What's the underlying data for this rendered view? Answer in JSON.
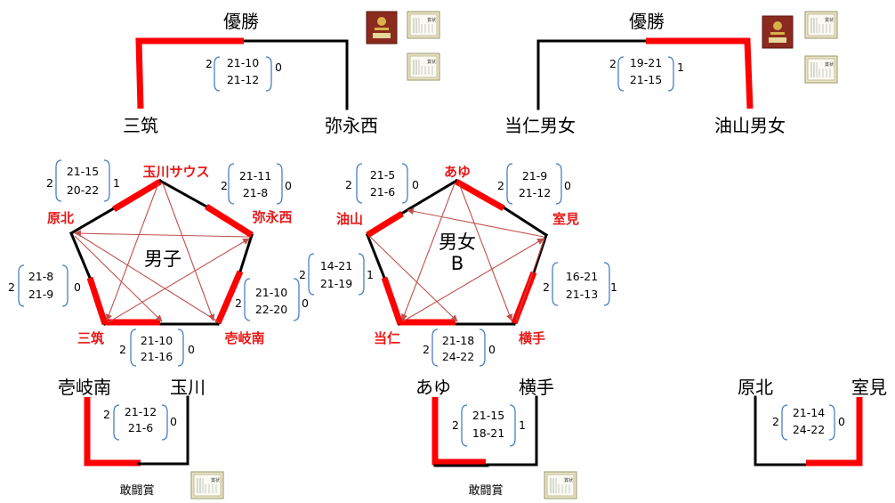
{
  "brackets": {
    "boys_final": {
      "title": "優勝",
      "left": "三筑",
      "right": "弥永西",
      "winner": "left",
      "score_left": "2",
      "score_right": "0",
      "games": [
        "21-10",
        "21-12"
      ]
    },
    "mixed_final": {
      "title": "優勝",
      "left": "当仁男女",
      "right": "油山男女",
      "winner": "right",
      "score_left": "2",
      "score_right": "1",
      "games": [
        "19-21",
        "21-15"
      ]
    },
    "boys_third": {
      "left": "壱岐南",
      "right": "玉川",
      "winner": "left",
      "score_left": "2",
      "score_right": "0",
      "games": [
        "21-12",
        "21-6"
      ],
      "award": "敢闘賞"
    },
    "mixed_third": {
      "left": "あゆ",
      "right": "横手",
      "winner": "left",
      "score_left": "2",
      "score_right": "1",
      "games": [
        "21-15",
        "18-21"
      ],
      "award": "敢闘賞"
    },
    "mixed_place": {
      "left": "原北",
      "right": "室見",
      "winner": "right",
      "score_left": "2",
      "score_right": "0",
      "games": [
        "21-14",
        "24-22"
      ]
    }
  },
  "leagues": {
    "boys": {
      "center": "男子",
      "teams": [
        "玉川サウス",
        "弥永西",
        "壱岐南",
        "三筑",
        "原北"
      ],
      "scores": [
        {
          "games": [
            "21-15",
            "20-22"
          ],
          "left": "2",
          "right": "1"
        },
        {
          "games": [
            "21-11",
            "21-8"
          ],
          "left": "2",
          "right": "0"
        },
        {
          "games": [
            "21-10",
            "22-20"
          ],
          "left": "2",
          "right": "0"
        },
        {
          "games": [
            "21-10",
            "21-16"
          ],
          "left": "2",
          "right": "0"
        },
        {
          "games": [
            "21-8",
            "21-9"
          ],
          "left": "2",
          "right": "0"
        }
      ]
    },
    "mixed_b": {
      "center_line1": "男女",
      "center_line2": "B",
      "teams": [
        "あゆ",
        "室見",
        "横手",
        "当仁",
        "油山"
      ],
      "scores": [
        {
          "games": [
            "21-5",
            "21-6"
          ],
          "left": "2",
          "right": "0"
        },
        {
          "games": [
            "21-9",
            "21-12"
          ],
          "left": "2",
          "right": "0"
        },
        {
          "games": [
            "14-21",
            "21-19"
          ],
          "left": "2",
          "right": "1"
        },
        {
          "games": [
            "16-21",
            "21-13"
          ],
          "left": "2",
          "right": "1"
        },
        {
          "games": [
            "21-18",
            "24-22"
          ],
          "left": "2",
          "right": "0"
        }
      ]
    }
  },
  "colors": {
    "winner_line": "#ff0000",
    "loser_line": "#000000",
    "team_red": "#e81818",
    "bracket_blue": "#4a7fc1",
    "arrow": "#c0504d"
  },
  "icons": [
    "trophy-plaque-icon",
    "certificate-icon"
  ]
}
